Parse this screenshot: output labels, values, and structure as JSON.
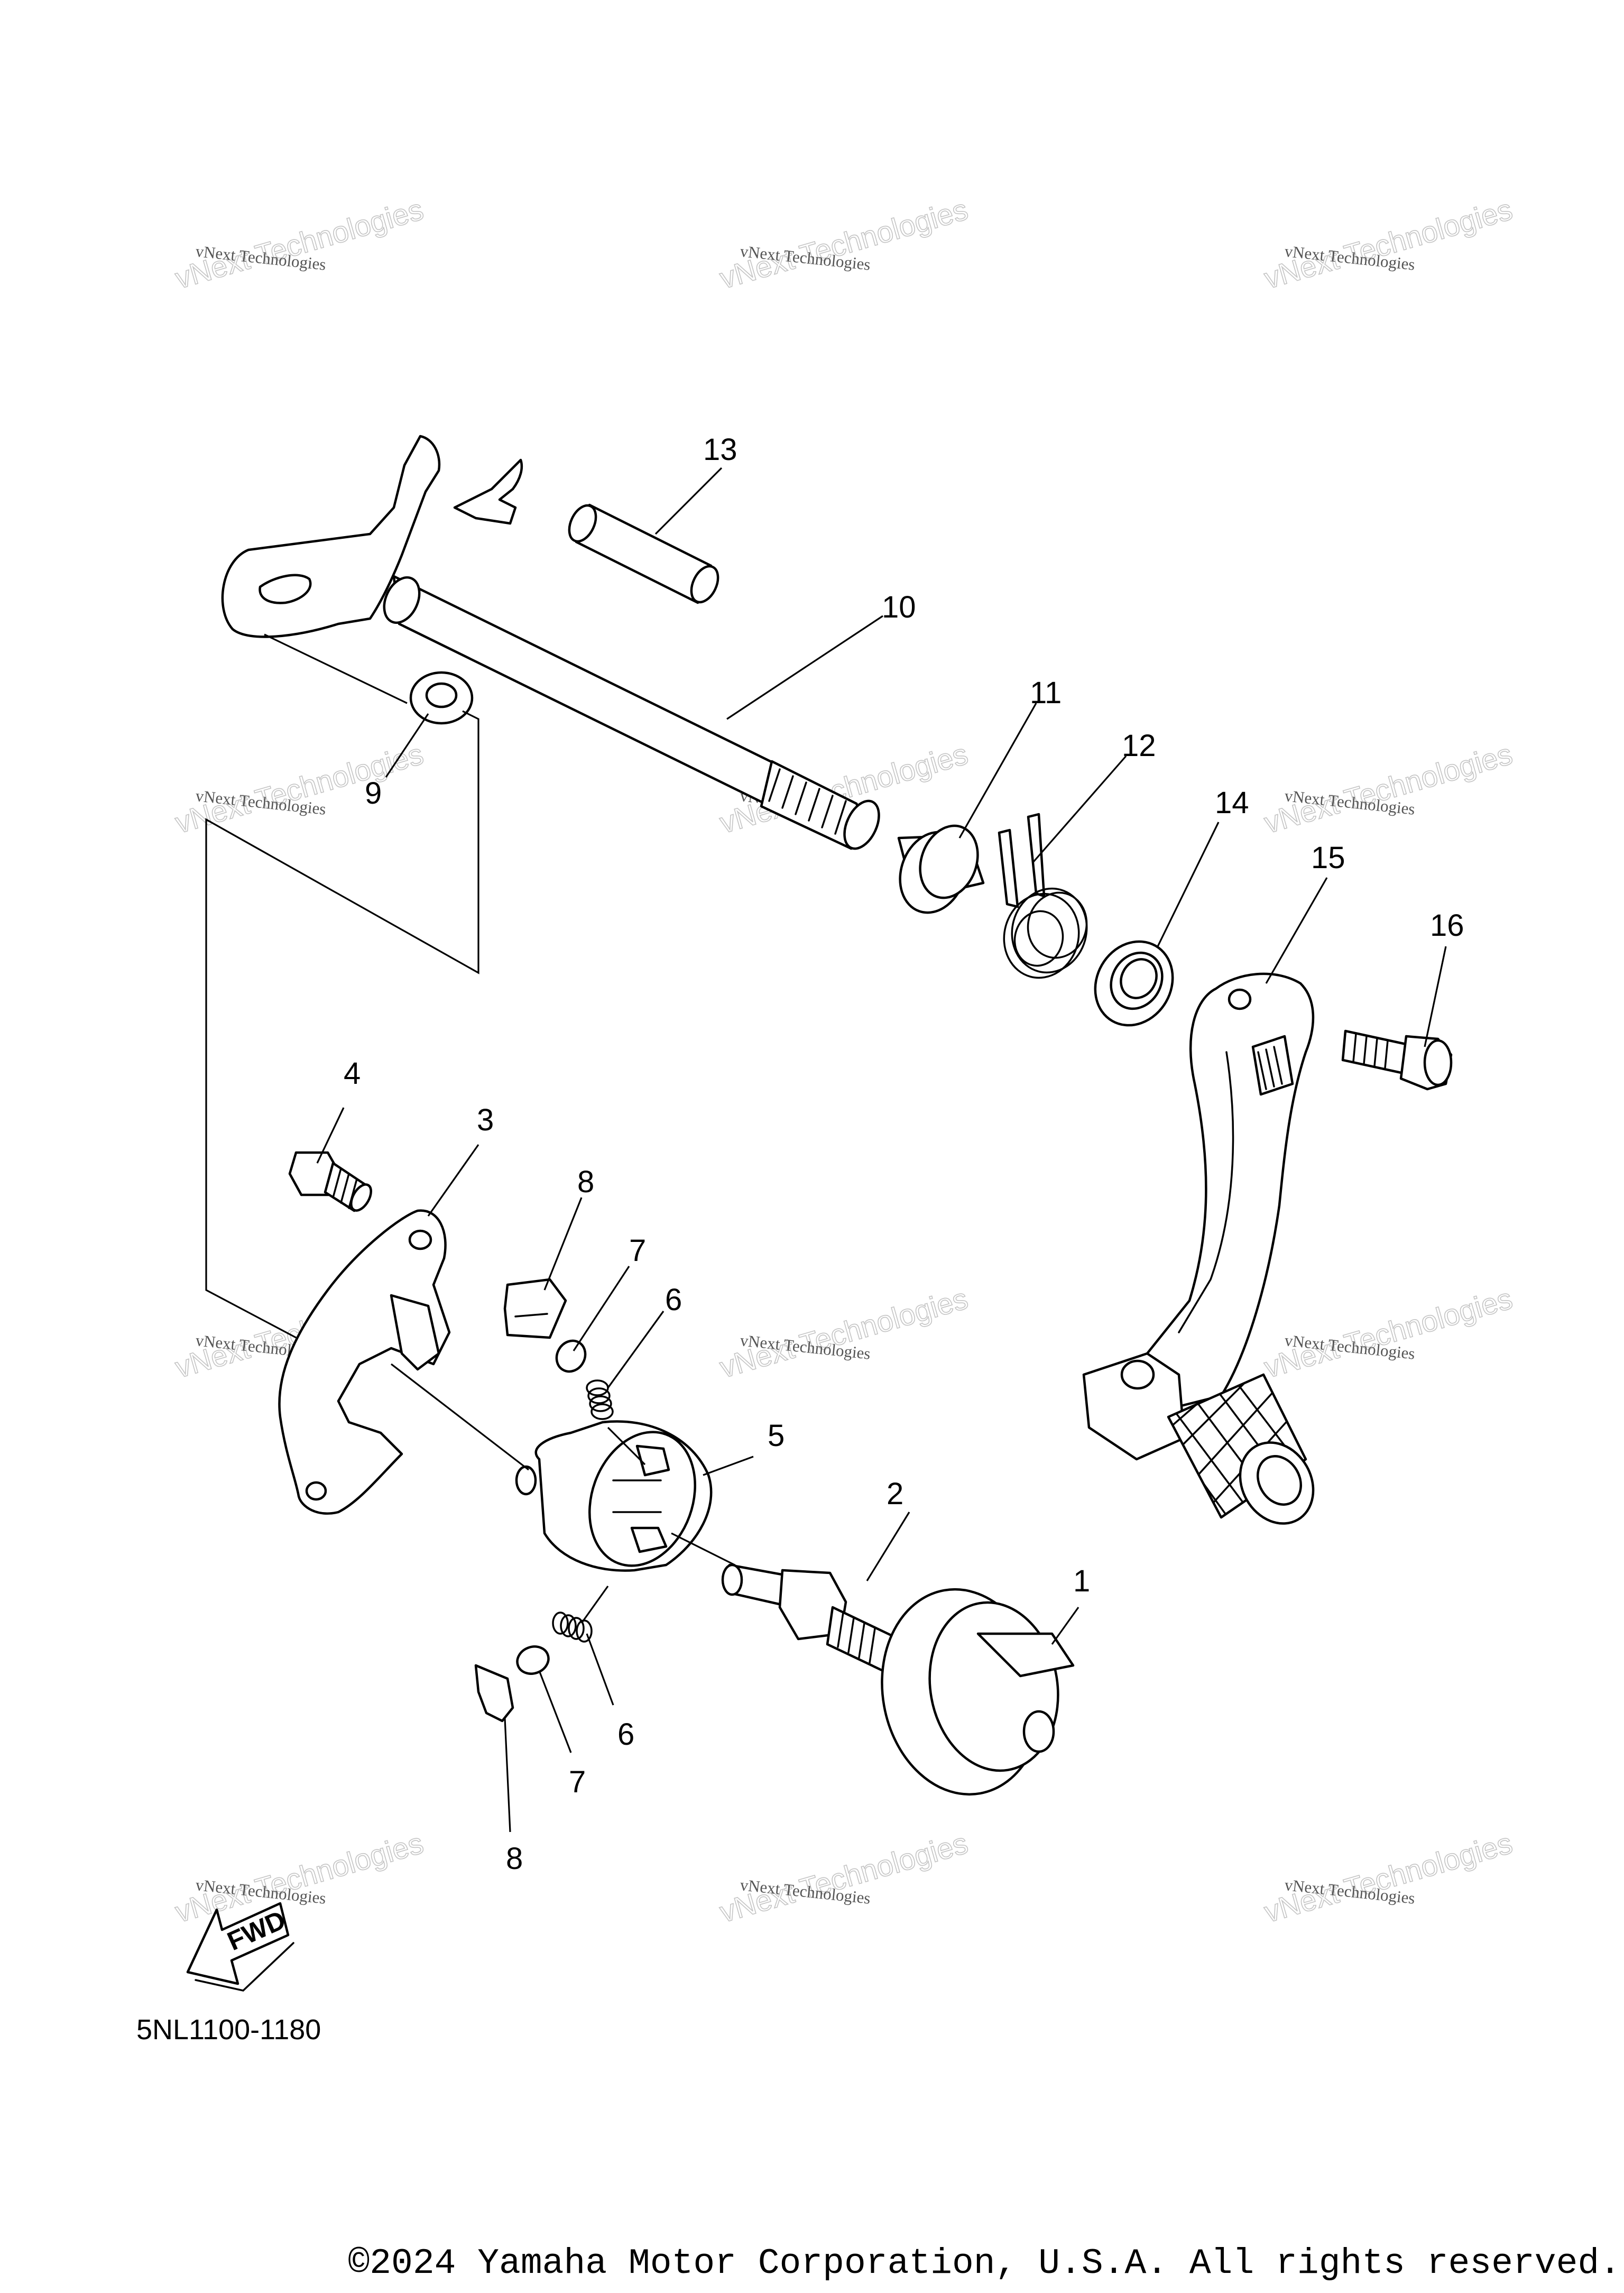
{
  "diagram": {
    "code": "5NL1100-1180",
    "copyright": "©2024 Yamaha Motor Corporation, U.S.A. All rights reserved.",
    "fwd_label": "FWD",
    "callouts": [
      "1",
      "2",
      "3",
      "4",
      "5",
      "6",
      "6",
      "7",
      "7",
      "8",
      "8",
      "9",
      "10",
      "11",
      "12",
      "13",
      "14",
      "15",
      "16"
    ],
    "watermark": {
      "line1": "vNext Technologies",
      "line2": "vNext Technologies"
    }
  }
}
